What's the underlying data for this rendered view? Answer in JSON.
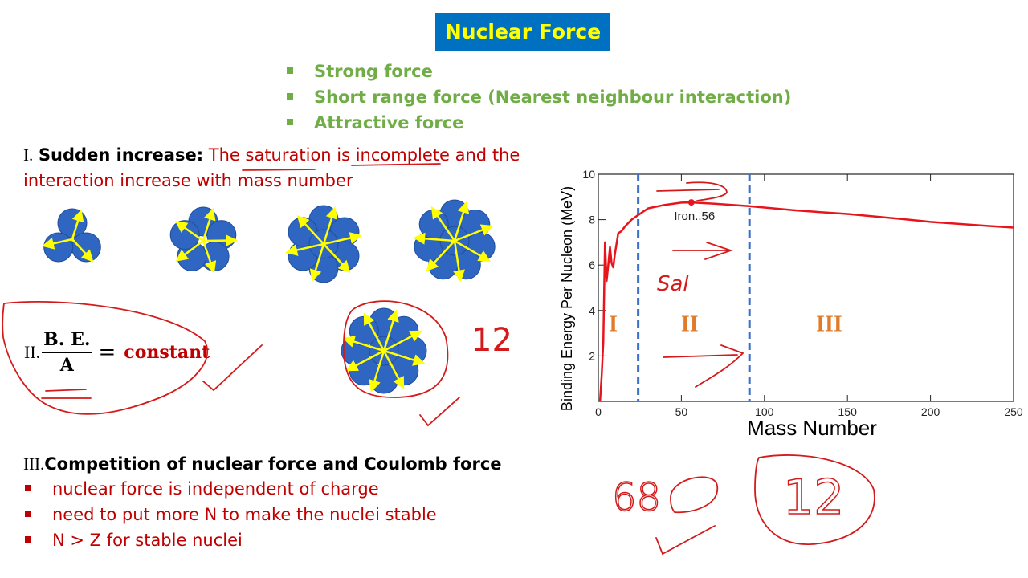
{
  "slide": {
    "title": "Nuclear Force",
    "properties": [
      "Strong force",
      "Short range force (Nearest neighbour interaction)",
      "Attractive force"
    ],
    "section1": {
      "numeral": "I.",
      "heading": "Sudden increase:",
      "text_line1": "The saturation is incomplete and the",
      "text_line2": "interaction increase with mass number"
    },
    "section2": {
      "numeral": "II.",
      "numerator": "B. E.",
      "denominator": "A",
      "equals": "=",
      "value": "constant"
    },
    "section3": {
      "numeral": "III.",
      "heading": "Competition of nuclear force and Coulomb force",
      "bullets": [
        "nuclear force is independent of charge",
        "need to put more N to make the nuclei stable",
        "N > Z for stable nuclei"
      ]
    },
    "handwriting": {
      "near_cluster": "12",
      "in_chart": "Sal",
      "bottom_left": "68",
      "bottom_right": "12"
    }
  },
  "colors": {
    "title_bg": "#0070c0",
    "title_text": "#ffff00",
    "green": "#70ad47",
    "red": "#c00000",
    "nucleon": "#2e66c2",
    "arrow": "#ffff00",
    "curve": "#e8141c",
    "region_divider": "#3b6fc9",
    "region_label": "#e07b2a"
  },
  "chart_data": {
    "type": "line",
    "xlabel": "Mass Number",
    "ylabel": "Binding Energy Per Nucleon (MeV)",
    "xlim": [
      0,
      250
    ],
    "ylim": [
      0,
      10
    ],
    "xticks": [
      "0",
      "50",
      "100",
      "150",
      "200",
      "250"
    ],
    "yticks": [
      "2",
      "4",
      "6",
      "8",
      "10"
    ],
    "grid": false,
    "series": [
      {
        "x": [
          1,
          2,
          3,
          4,
          5,
          6,
          7,
          8,
          9,
          10,
          12,
          14,
          16,
          20,
          24,
          30,
          40,
          50,
          56,
          70,
          90,
          120,
          150,
          180,
          200,
          230,
          250
        ],
        "y": [
          0,
          1.1,
          2.6,
          7.0,
          5.3,
          6.0,
          6.8,
          6.1,
          5.9,
          6.5,
          7.4,
          7.5,
          7.7,
          8.0,
          8.2,
          8.5,
          8.65,
          8.75,
          8.76,
          8.7,
          8.6,
          8.4,
          8.25,
          8.05,
          7.9,
          7.75,
          7.65
        ]
      }
    ],
    "highlight": {
      "label": "Iron..56",
      "x": 56,
      "y": 8.76
    },
    "region_dividers_x": [
      24,
      91
    ],
    "regions": [
      {
        "label": "I",
        "x": 9
      },
      {
        "label": "II",
        "x": 55
      },
      {
        "label": "III",
        "x": 139
      }
    ]
  }
}
